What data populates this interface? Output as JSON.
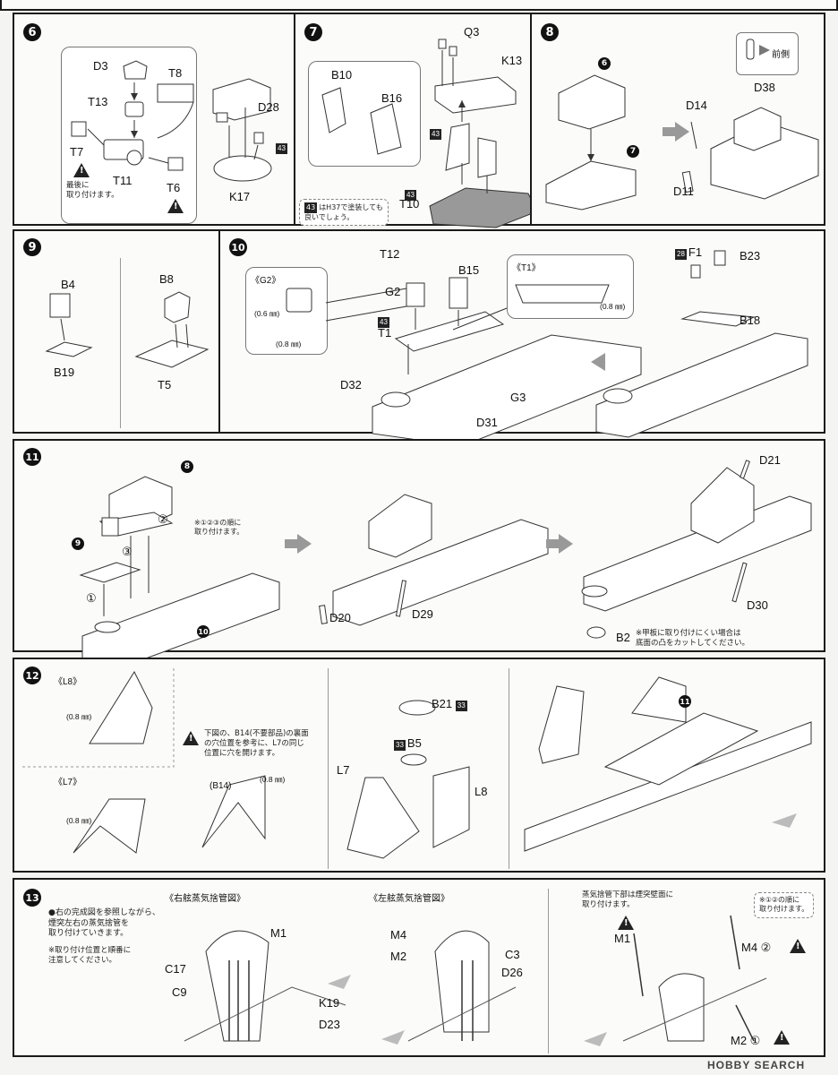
{
  "steps": {
    "s6": {
      "num": "6",
      "labels": {
        "d3": "D3",
        "t8": "T8",
        "t13": "T13",
        "d28": "D28",
        "t7": "T7",
        "t11": "T11",
        "t6": "T6",
        "k17": "K17",
        "b43": "43"
      },
      "note": "最後に\n取り付けます。"
    },
    "s7": {
      "num": "7",
      "labels": {
        "q3": "Q3",
        "k13": "K13",
        "b10": "B10",
        "b16": "B16",
        "t10": "T10",
        "b43a": "43",
        "b43b": "43"
      },
      "note_badge": "43",
      "note": "はH37で塗装しても\n良いでしょう。"
    },
    "s8": {
      "num": "8",
      "labels": {
        "d38": "D38",
        "d14": "D14",
        "d11": "D11",
        "ref6": "6",
        "ref7": "7"
      },
      "front": "前側"
    },
    "s9": {
      "num": "9",
      "labels": {
        "b4": "B4",
        "b19": "B19",
        "b8": "B8",
        "t5": "T5"
      }
    },
    "s10": {
      "num": "10",
      "labels": {
        "t12": "T12",
        "b15": "B15",
        "g2": "G2",
        "t1": "T1",
        "b43": "43",
        "d32": "D32",
        "g3": "G3",
        "d31": "D31",
        "f1": "F1",
        "b28": "28",
        "b23": "B23",
        "b18": "B18"
      },
      "g2_title": "《G2》",
      "t1_title": "《T1》",
      "g2_d1": "(0.6 ㎜)",
      "g2_d2": "(0.8 ㎜)",
      "t1_d": "(0.8 ㎜)"
    },
    "s11": {
      "num": "11",
      "labels": {
        "ref8": "8",
        "ref9": "9",
        "ref10": "10",
        "c1": "①",
        "c2": "②",
        "c3": "③",
        "d20": "D20",
        "d29": "D29",
        "d21": "D21",
        "d30": "D30",
        "b2": "B2"
      },
      "order_note": "※①②③の順に\n取り付けます。",
      "b2_note": "※甲板に取り付けにくい場合は\n底面の凸をカットしてください。"
    },
    "s12": {
      "num": "12",
      "labels": {
        "l8t": "《L8》",
        "l7t": "《L7》",
        "b14t": "(B14)",
        "b21": "B21",
        "b33a": "33",
        "b33b": "33",
        "b5": "B5",
        "l7": "L7",
        "l8": "L8",
        "ref11": "11"
      },
      "d1": "(0.8 ㎜)",
      "d2": "(0.8 ㎜)",
      "d3": "(0.8 ㎜)",
      "warn_note": "下図の、B14(不要部品)の裏面\nの穴位置を参考に、L7の同じ\n位置に穴を開けます。"
    },
    "s13": {
      "num": "13",
      "bullet": "●右の完成図を参照しながら、\n煙突左右の蒸気捨管を\n取り付けていきます。",
      "note": "※取り付け位置と順番に\n注意してください。",
      "right_title": "《右舷蒸気捨管図》",
      "left_title": "《左舷蒸気捨管図》",
      "labels": {
        "m1": "M1",
        "c17": "C17",
        "c9": "C9",
        "k19": "K19",
        "d23": "D23",
        "m4": "M4",
        "m2": "M2",
        "c3": "C3",
        "d26": "D26",
        "m1b": "M1",
        "m4b": "M4 ②",
        "m2b": "M2 ①"
      },
      "wall_note": "蒸気捨管下部は煙突壁面に\n取り付けます。",
      "order_note": "※①②の順に\n取り付けます。"
    }
  },
  "watermark": "HOBBY SEARCH"
}
